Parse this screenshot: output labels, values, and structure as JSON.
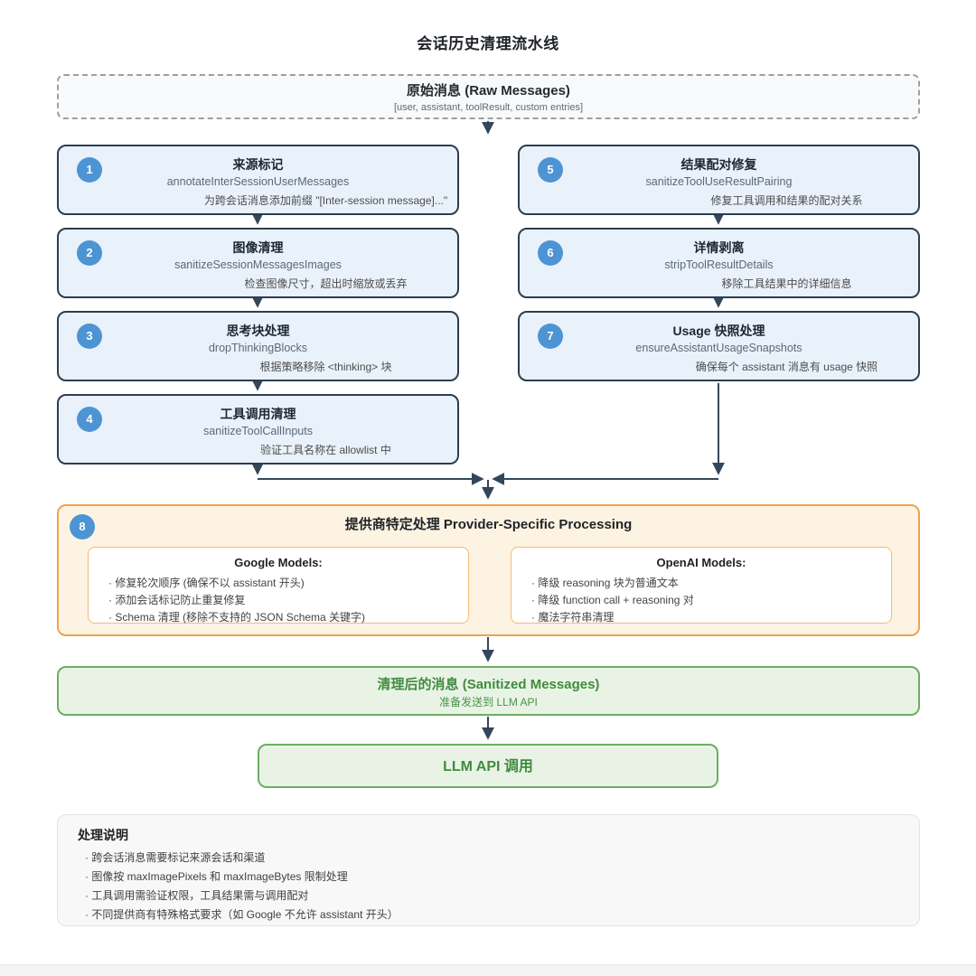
{
  "page": {
    "title": "会话历史清理流水线"
  },
  "raw_box": {
    "title": "原始消息 (Raw Messages)",
    "subtitle": "[user, assistant, toolResult, custom entries]"
  },
  "steps": [
    {
      "num": "1",
      "title": "来源标记",
      "func": "annotateInterSessionUserMessages",
      "desc": "为跨会话消息添加前缀 \"[Inter-session message]...\""
    },
    {
      "num": "2",
      "title": "图像清理",
      "func": "sanitizeSessionMessagesImages",
      "desc": "检查图像尺寸，超出时缩放或丢弃"
    },
    {
      "num": "3",
      "title": "思考块处理",
      "func": "dropThinkingBlocks",
      "desc": "根据策略移除 <thinking> 块"
    },
    {
      "num": "4",
      "title": "工具调用清理",
      "func": "sanitizeToolCallInputs",
      "desc": "验证工具名称在 allowlist 中"
    },
    {
      "num": "5",
      "title": "结果配对修复",
      "func": "sanitizeToolUseResultPairing",
      "desc": "修复工具调用和结果的配对关系"
    },
    {
      "num": "6",
      "title": "详情剥离",
      "func": "stripToolResultDetails",
      "desc": "移除工具结果中的详细信息"
    },
    {
      "num": "7",
      "title": "Usage 快照处理",
      "func": "ensureAssistantUsageSnapshots",
      "desc": "确保每个 assistant 消息有 usage 快照"
    }
  ],
  "provider_box": {
    "num": "8",
    "title": "提供商特定处理 Provider-Specific Processing",
    "google": {
      "title": "Google Models:",
      "items": [
        "修复轮次顺序 (确保不以 assistant 开头)",
        "添加会话标记防止重复修复",
        "Schema 清理 (移除不支持的 JSON Schema 关键字)"
      ]
    },
    "openai": {
      "title": "OpenAI Models:",
      "items": [
        "降级 reasoning 块为普通文本",
        "降级 function call + reasoning 对",
        "魔法字符串清理"
      ]
    }
  },
  "sanitized_box": {
    "title": "清理后的消息 (Sanitized Messages)",
    "subtitle": "准备发送到 LLM API"
  },
  "llm_box": {
    "title": "LLM API 调用"
  },
  "notes": {
    "title": "处理说明",
    "items": [
      "跨会话消息需要标记来源会话和渠道",
      "图像按 maxImagePixels 和 maxImageBytes 限制处理",
      "工具调用需验证权限，工具结果需与调用配对",
      "不同提供商有特殊格式要求（如 Google 不允许 assistant 开头）"
    ]
  },
  "colors": {
    "node_border": "#2c3e50",
    "node_fill": "#e9f1fa",
    "badge_blue": "#4d94d4",
    "arrow": "#33475b",
    "provider_border": "#f0a24f",
    "provider_fill": "#fdf3e2",
    "green_border": "#6cae62",
    "green_fill": "#e9f3e5",
    "green_text": "#3f8c3f",
    "dashed_border": "#9aa0a6",
    "note_fill": "#f8f8f8"
  }
}
